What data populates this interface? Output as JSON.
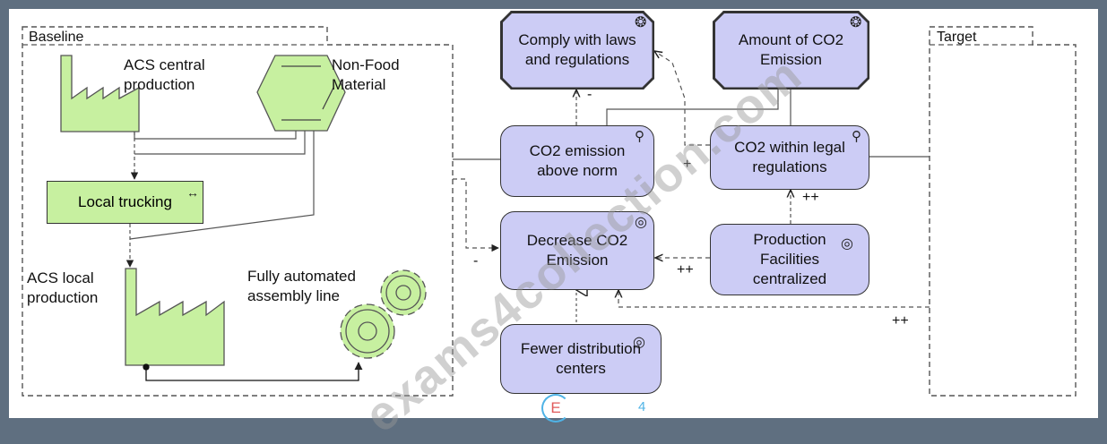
{
  "labels": {
    "baseline": "Baseline",
    "target": "Target",
    "acs_central": "ACS central\nproduction",
    "non_food": "Non-Food\nMaterial",
    "local_trucking": "Local trucking",
    "acs_local": "ACS local\nproduction",
    "assembly": "Fully automated\nassembly line"
  },
  "nodes": {
    "comply": "Comply with laws\nand regulations",
    "amount": "Amount of CO2\nEmission",
    "above_norm": "CO2 emission\nabove norm",
    "within_legal": "CO2 within legal\nregulations",
    "decrease": "Decrease CO2\nEmission",
    "centralized": "Production\nFacilities\ncentralized",
    "fewer": "Fewer distribution\ncenters"
  },
  "relations": {
    "minus_top": "-",
    "minus_left": "-",
    "plus": "+",
    "pp_within": "++",
    "pp_decrease": "++",
    "pp_target": "++"
  },
  "watermark": {
    "text": "exams4collection.com",
    "logo_letter": "E",
    "logo_digit": "4"
  },
  "colors": {
    "frame": "#5f6f80",
    "baseline_fill": "#c7f0a0",
    "motivation_fill": "#ccccf5"
  },
  "icons": [
    "factory-icon",
    "hexagon-material-icon",
    "gear-icon",
    "driver-icon",
    "assessment-icon",
    "goal-icon"
  ]
}
